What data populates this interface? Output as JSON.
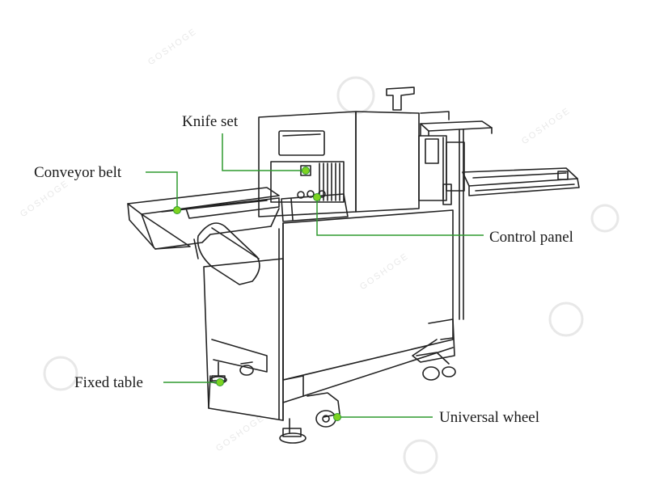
{
  "labels": {
    "knife_set": "Knife set",
    "conveyor_belt": "Conveyor belt",
    "control_panel": "Control panel",
    "fixed_table": "Fixed table",
    "universal_wheel": "Universal wheel"
  },
  "watermark": "GOSHOGE",
  "colors": {
    "leader": "#2e9a2e",
    "dot": "#7ed321",
    "outline": "#222222"
  }
}
